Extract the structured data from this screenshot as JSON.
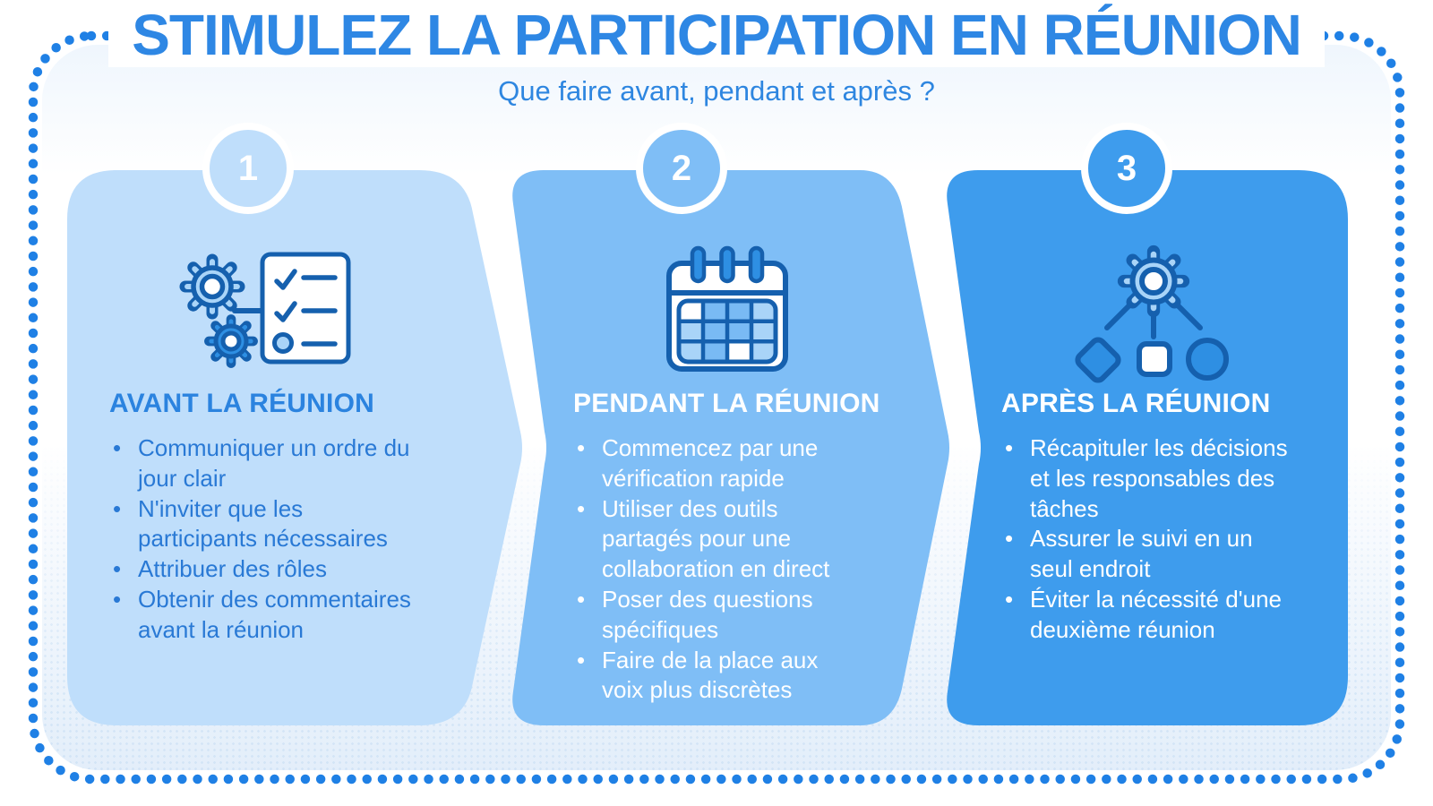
{
  "page": {
    "title": "STIMULEZ LA PARTICIPATION EN RÉUNION",
    "subtitle": "Que faire avant, pendant et après ?"
  },
  "steps": [
    {
      "number": "1",
      "heading": "AVANT LA RÉUNION",
      "icon": "gears-checklist-icon",
      "bullets": [
        "Communiquer un ordre du jour clair",
        "N'inviter que les participants nécessaires",
        "Attribuer des rôles",
        "Obtenir des commentaires avant la réunion"
      ]
    },
    {
      "number": "2",
      "heading": "PENDANT LA RÉUNION",
      "icon": "calendar-icon",
      "bullets": [
        "Commencez par une vérification rapide",
        "Utiliser des outils partagés pour une collaboration en direct",
        "Poser des questions spécifiques",
        "Faire de la place aux voix plus discrètes"
      ]
    },
    {
      "number": "3",
      "heading": "APRÈS LA RÉUNION",
      "icon": "gear-flowchart-icon",
      "bullets": [
        "Récapituler les décisions et les responsables des tâches",
        "Assurer le suivi en un seul endroit",
        "Éviter la nécessité d'une deuxième réunion"
      ]
    }
  ],
  "colors": {
    "title_blue": "#2e87e4",
    "subtitle_blue": "#2e86e0",
    "card1_bg": "#bfdefb",
    "card2_bg": "#7fbef6",
    "card3_bg": "#3e9ced",
    "card1_text": "#2979d5",
    "light_text": "#ffffff",
    "icon_outline": "#1560ae",
    "icon_light_fill": "#a9d4f8",
    "icon_medium_fill": "#2e8fe3",
    "dotted_border": "#1f80e5"
  }
}
